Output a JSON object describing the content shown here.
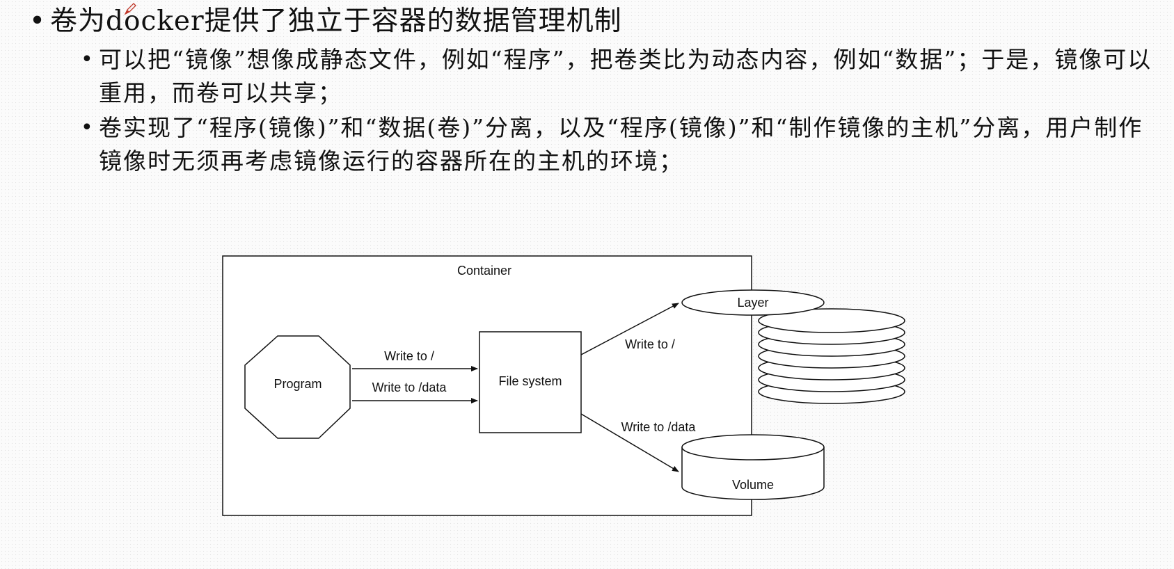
{
  "slide": {
    "main_bullet": "卷为docker提供了独立于容器的数据管理机制",
    "sub_bullets": [
      "可以把“镜像”想像成静态文件，例如“程序”，把卷类比为动态内容，例如“数据”；于是，镜像可以重用，而卷可以共享；",
      "卷实现了“程序(镜像)”和“数据(卷)”分离，以及“程序(镜像)”和“制作镜像的主机”分离，用户制作镜像时无须再考虑镜像运行的容器所在的主机的环境；"
    ]
  },
  "diagram": {
    "container_label": "Container",
    "program_label": "Program",
    "filesystem_label": "File system",
    "layer_label": "Layer",
    "volume_label": "Volume",
    "arrow_write_root": "Write to /",
    "arrow_write_data": "Write to /data",
    "arrow_fs_layer": "Write to /",
    "arrow_fs_volume": "Write to /data"
  },
  "icons": {
    "cursor": "pen-icon"
  }
}
